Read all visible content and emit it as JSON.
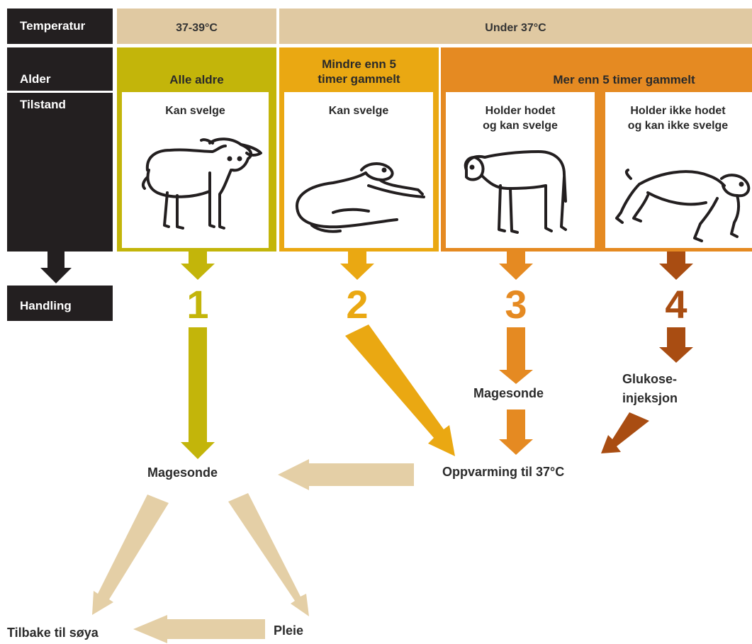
{
  "row_labels": {
    "temperature": "Temperatur",
    "age": "Alder",
    "condition": "Tilstand",
    "action": "Handling"
  },
  "temperature": {
    "normal": "37-39°C",
    "low": "Under 37°C"
  },
  "age": {
    "all": "Alle aldre",
    "young_line1": "Mindre enn 5",
    "young_line2": "timer gammelt",
    "old": "Mer enn 5 timer gammelt"
  },
  "conditions": [
    {
      "line1": "Kan svelge",
      "line2": ""
    },
    {
      "line1": "Kan svelge",
      "line2": ""
    },
    {
      "line1": "Holder hodet",
      "line2": "og kan svelge"
    },
    {
      "line1": "Holder ikke hodet",
      "line2": "og kan ikke svelge"
    }
  ],
  "actions": {
    "numbers": [
      "1",
      "2",
      "3",
      "4"
    ],
    "tube_middle": "Magesonde",
    "glucose_line1": "Glukose-",
    "glucose_line2": "injeksjon",
    "warming": "Oppvarming til 37°C",
    "tube": "Magesonde",
    "back_to_ewe": "Tilbake til søya",
    "care": "Pleie"
  },
  "colors": {
    "dark": "#231f20",
    "tan": "#e0c9a2",
    "olive": "#c3b50a",
    "yellow_orange": "#eaa812",
    "orange": "#e58a22",
    "brown": "#a94d12",
    "flow": "#e4cfa6"
  }
}
